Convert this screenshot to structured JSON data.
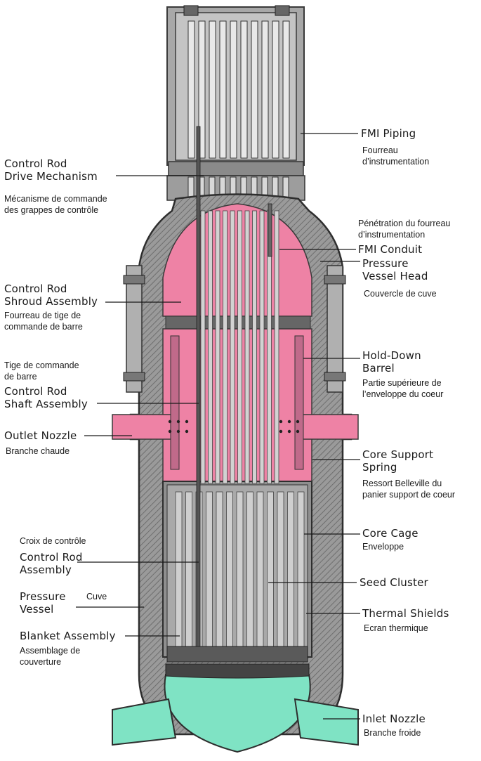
{
  "labels": {
    "fmi_piping": "FMI Piping",
    "fmi_piping_fr": "Fourreau\nd’instrumentation",
    "crdm": "Control Rod\nDrive Mechanism",
    "crdm_fr": "Mécanisme de commande\ndes grappes de contrôle",
    "fmi_penetration_fr": "Pénétration du fourreau\nd’instrumentation",
    "fmi_conduit": "FMI Conduit",
    "pv_head": "Pressure\nVessel Head",
    "pv_head_fr": "Couvercle de cuve",
    "shroud": "Control Rod\nShroud Assembly",
    "shroud_fr": "Fourreau de tige de\ncommande de barre",
    "holddown": "Hold-Down\nBarrel",
    "holddown_fr": "Partie supérieure de\nl’enveloppe du coeur",
    "shaft_fr": "Tige de commande\nde barre",
    "shaft": "Control Rod\nShaft Assembly",
    "outlet": "Outlet Nozzle",
    "outlet_fr": "Branche chaude",
    "spring": "Core Support\nSpring",
    "spring_fr": "Ressort Belleville du\npanier support de coeur",
    "cross_fr": "Croix de contrôle",
    "cr_assembly": "Control Rod\nAssembly",
    "cage": "Core Cage",
    "cage_fr": "Enveloppe",
    "pv": "Pressure\nVessel",
    "pv_fr": "Cuve",
    "seed": "Seed Cluster",
    "thermal": "Thermal Shields",
    "thermal_fr": "Ecran thermique",
    "blanket": "Blanket Assembly",
    "blanket_fr": "Assemblage de\ncouverture",
    "inlet": "Inlet Nozzle",
    "inlet_fr": "Branche froide"
  },
  "colors": {
    "pink": "#ee82a5",
    "teal": "#7fe3c4",
    "steel": "#8e8e8e",
    "steel_dark": "#4a4a4a",
    "rod_light": "#d2d2d2",
    "line": "#1a1a1a"
  }
}
